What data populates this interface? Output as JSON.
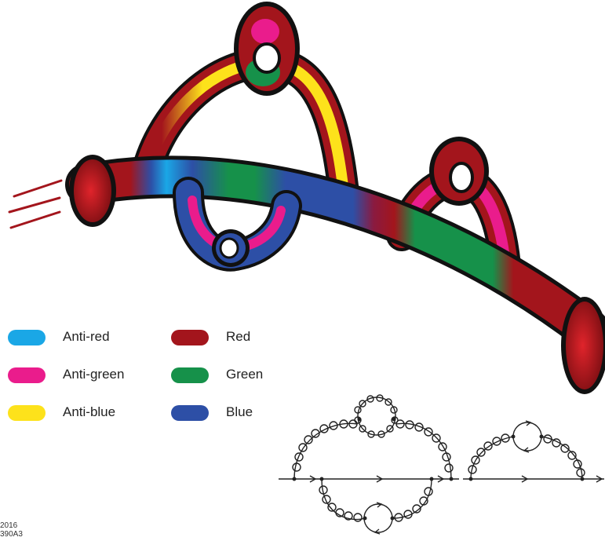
{
  "colors": {
    "anti_red": "#1aa7e6",
    "anti_green": "#ea1c8c",
    "anti_blue": "#fde21b",
    "red": "#a3151c",
    "green": "#16914a",
    "blue": "#2d4fa6",
    "outline": "#111111"
  },
  "legend": {
    "left": [
      {
        "label": "Anti-red",
        "color": "#1aa7e6"
      },
      {
        "label": "Anti-green",
        "color": "#ea1c8c"
      },
      {
        "label": "Anti-blue",
        "color": "#fde21b"
      }
    ],
    "right": [
      {
        "label": "Red",
        "color": "#a3151c"
      },
      {
        "label": "Green",
        "color": "#16914a"
      },
      {
        "label": "Blue",
        "color": "#2d4fa6"
      }
    ]
  },
  "corner_note": {
    "line1": "2016",
    "line2": "390A3"
  }
}
